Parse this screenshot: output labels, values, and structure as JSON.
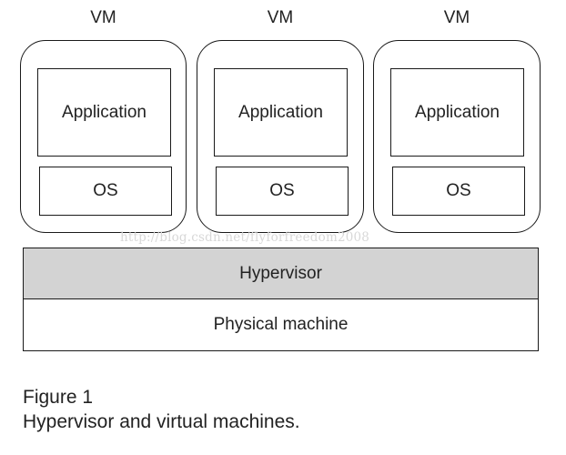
{
  "vms": [
    {
      "label": "VM",
      "app_label": "Application",
      "os_label": "OS"
    },
    {
      "label": "VM",
      "app_label": "Application",
      "os_label": "OS"
    },
    {
      "label": "VM",
      "app_label": "Application",
      "os_label": "OS"
    }
  ],
  "hypervisor": {
    "label": "Hypervisor",
    "fill_color": "#d3d3d3"
  },
  "physical_machine": {
    "label": "Physical machine",
    "fill_color": "#ffffff"
  },
  "watermark": "http://blog.csdn.net/flyforfreedom2008",
  "caption": {
    "figure_number": "Figure 1",
    "text": "Hypervisor and virtual machines."
  }
}
